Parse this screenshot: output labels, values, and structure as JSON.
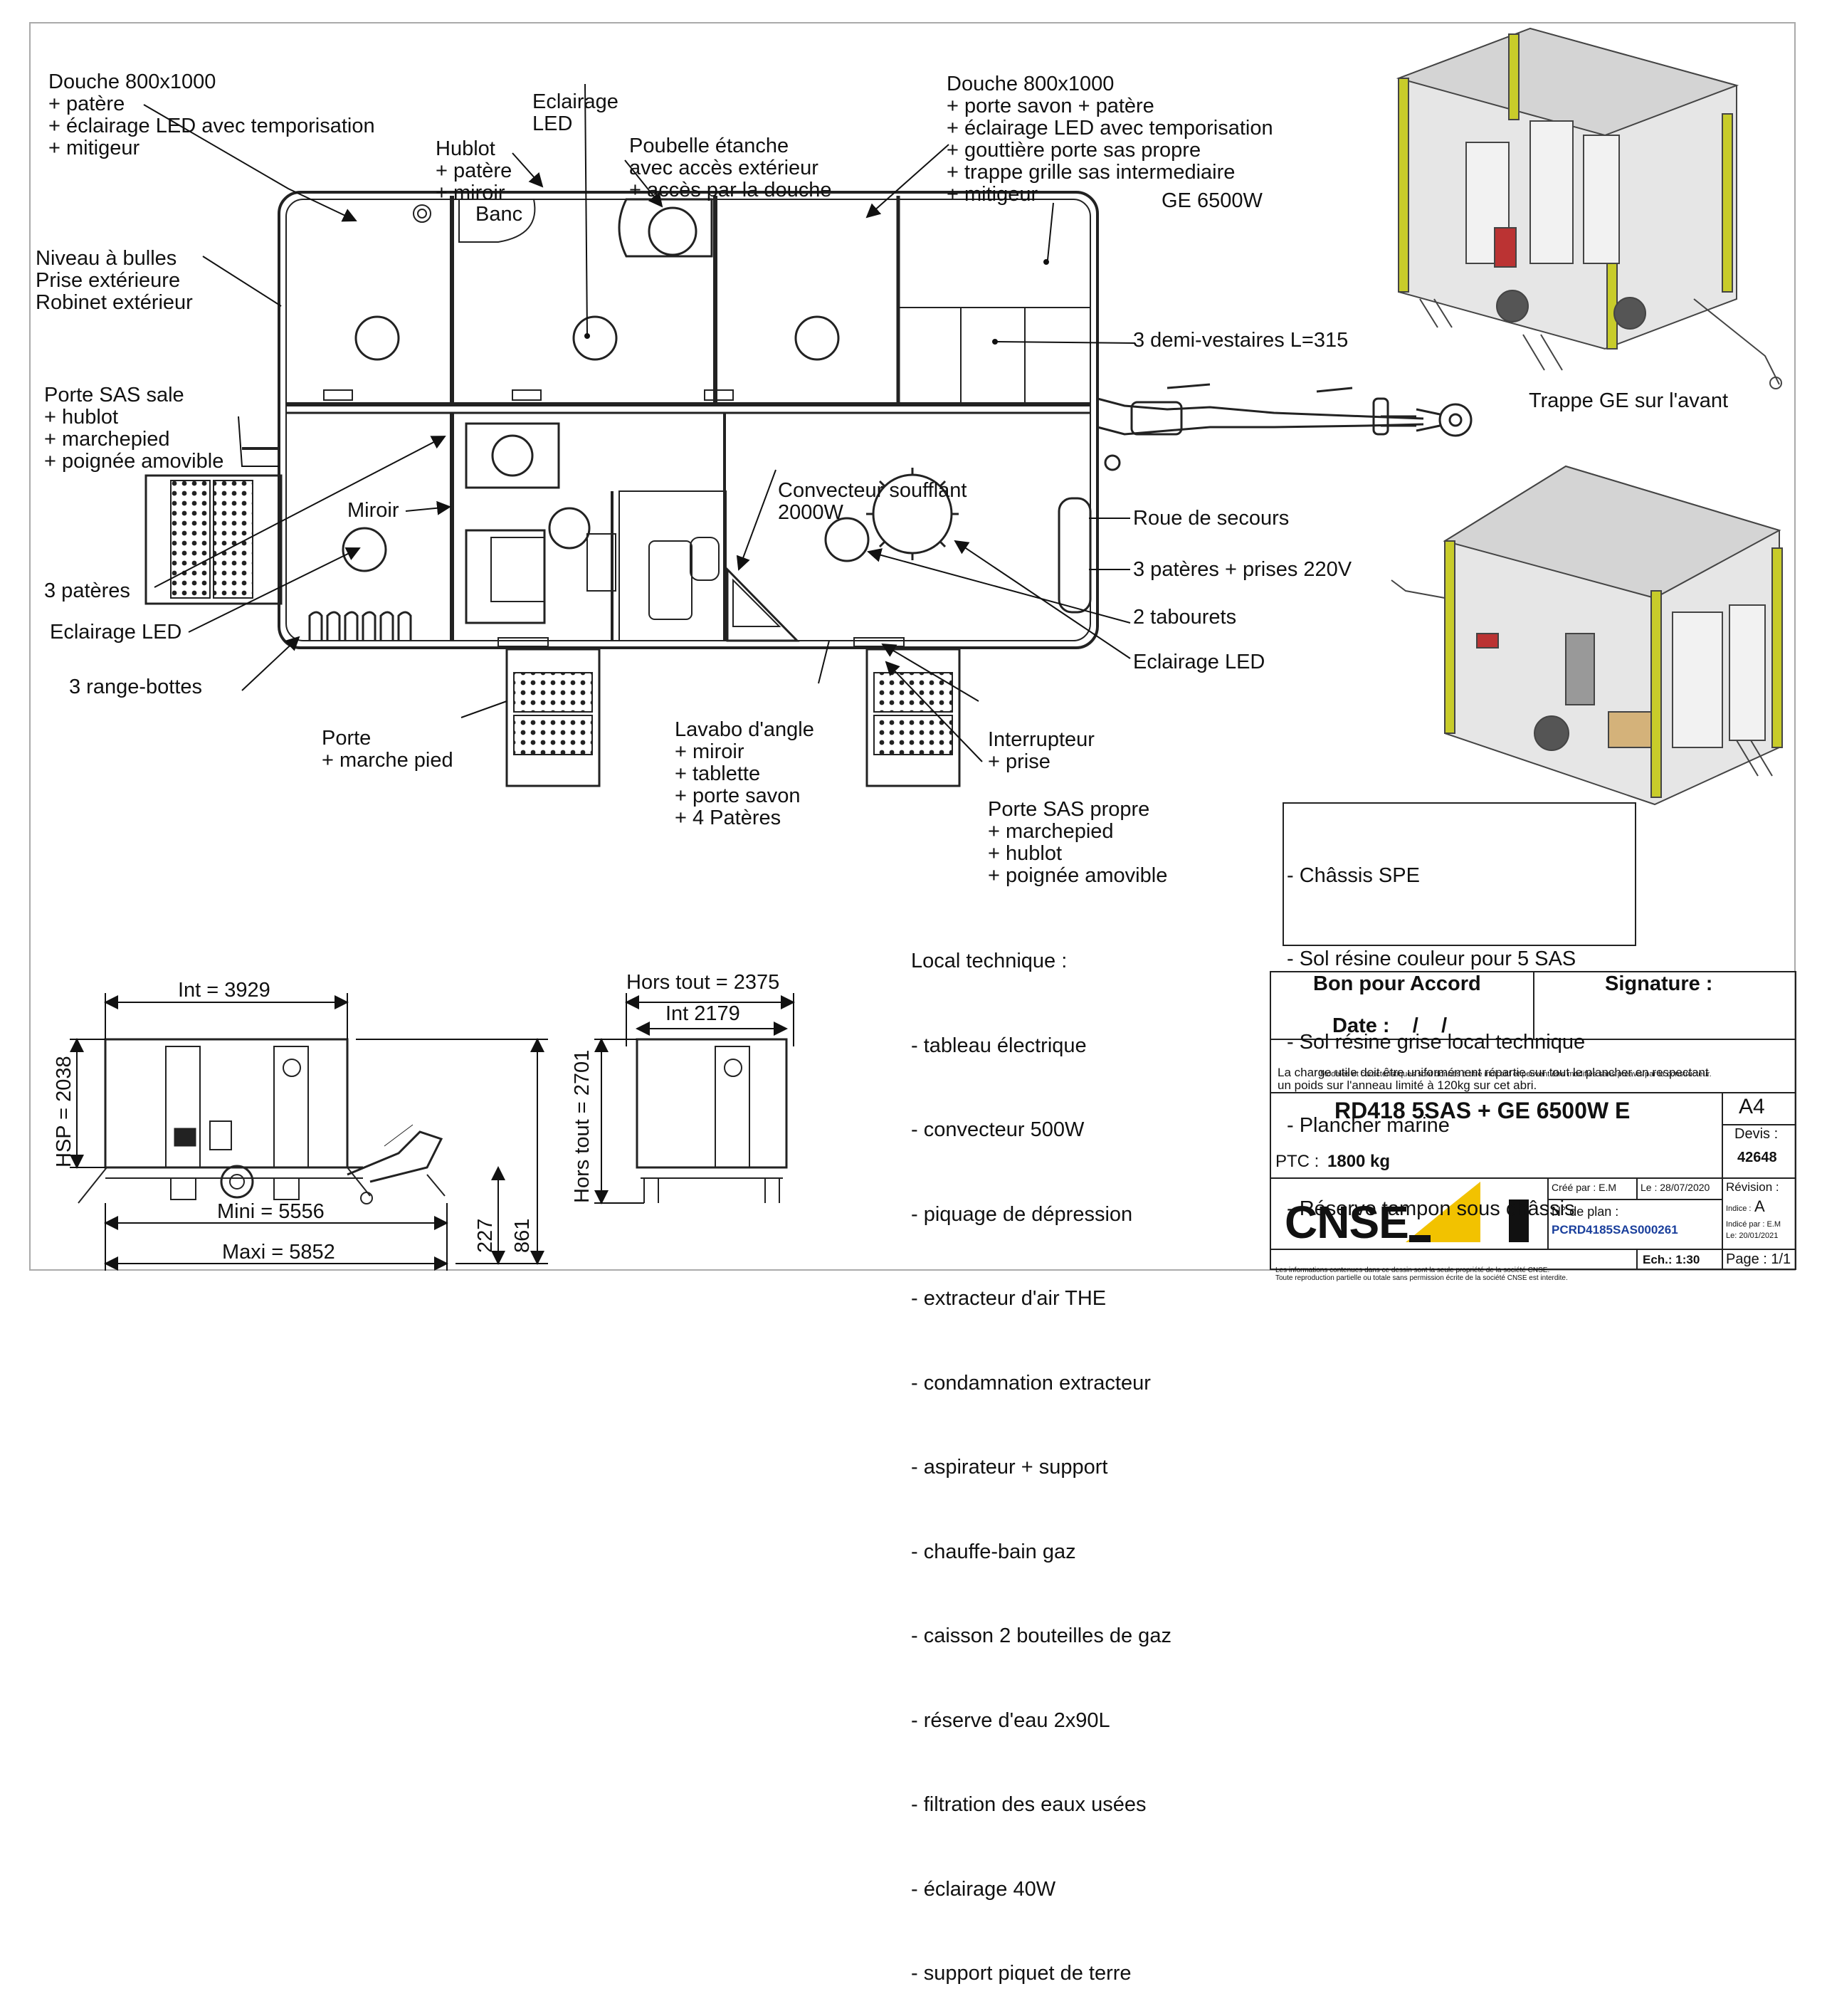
{
  "plan_labels": {
    "douche_left": [
      "Douche 800x1000",
      "+ patère",
      "+ éclairage LED avec temporisation",
      "+ mitigeur"
    ],
    "eclairage_top": [
      "Eclairage",
      "LED"
    ],
    "hublot": [
      "Hublot",
      "+ patère",
      "+ miroir"
    ],
    "poubelle": [
      "Poubelle étanche",
      "avec accès extérieur",
      "+ accès par la douche"
    ],
    "douche_right": [
      "Douche 800x1000",
      "+ porte savon + patère",
      "+ éclairage LED avec temporisation",
      "+ gouttière porte sas propre",
      "+ trappe grille sas intermediaire",
      "+ mitigeur"
    ],
    "niveau": [
      "Niveau à bulles",
      "Prise extérieure",
      "Robinet extérieur"
    ],
    "banc": "Banc",
    "ge": "GE 6500W",
    "vestiaires": "3 demi-vestaires L=315",
    "porte_sas_sale": [
      "Porte SAS sale",
      "+ hublot",
      "+ marchepied",
      "+ poignée amovible"
    ],
    "miroir": "Miroir",
    "trois_pateres": "3 patères",
    "eclairage_left": "Eclairage LED",
    "range_bottes": "3 range-bottes",
    "porte": [
      "Porte",
      "+ marche pied"
    ],
    "convecteur": [
      "Convecteur soufflant",
      "2000W"
    ],
    "roue": "Roue de secours",
    "pateres_prises": "3 patères + prises 220V",
    "tabourets": "2 tabourets",
    "eclairage_right": "Eclairage LED",
    "lavabo": [
      "Lavabo d'angle",
      "+ miroir",
      "+ tablette",
      "+ porte savon",
      "+ 4 Patères"
    ],
    "interrupteur": [
      "Interrupteur",
      "+ prise"
    ],
    "porte_sas_propre": [
      "Porte SAS propre",
      "+ marchepied",
      "+ hublot",
      "+ poignée amovible"
    ],
    "trappe_ge": "Trappe GE sur l'avant"
  },
  "options": [
    "- Châssis SPE",
    "- Sol résine couleur pour 5 SAS",
    "- Sol résine grise local technique",
    "- Plancher marine",
    "- Réserve tampon sous châssis"
  ],
  "local_technique": {
    "title": "Local technique :",
    "items": [
      "- tableau électrique",
      "- convecteur 500W",
      "- piquage de dépression",
      "- extracteur d'air THE",
      "- condamnation extracteur",
      "- aspirateur + support",
      "- chauffe-bain gaz",
      "- caisson 2 bouteilles de gaz",
      "- réserve d'eau 2x90L",
      "- filtration des eaux usées",
      "- éclairage 40W",
      "- support piquet de terre"
    ]
  },
  "dimensions": {
    "int": "Int = 3929",
    "hsp": "HSP = 2038",
    "mini": "Mini = 5556",
    "maxi": "Maxi = 5852",
    "d227": "227",
    "d861": "861",
    "hors_tout": "Hors tout = 2375",
    "int2": "Int 2179",
    "hors_tout_h": "Hors tout = 2701"
  },
  "title_block": {
    "bon": "Bon pour Accord",
    "date": "Date :    /    /",
    "signature": "Signature :",
    "charge": [
      "La charge utile doit être uniformément répartie sur tout le plancher en respectant",
      "un poids sur l'anneau limité à 120kg sur cet abri."
    ],
    "modeles": "Modèles et caractéristiques sont donnés à titre indicatif et peuvent être modifiés sans préavis par le constructeur.",
    "model": "RD418 5SAS + GE 6500W E",
    "format": "A4",
    "devis_label": "Devis :",
    "devis": "42648",
    "ptc_label": "PTC :",
    "ptc": "1800 kg",
    "cree": "Créé par : E.M",
    "le": "Le : 28/07/2020",
    "revision": "Révision :",
    "plan_label": "N° de plan :",
    "plan": "PCRD4185SAS000261",
    "indice": "Indice : ",
    "indice_val": "A",
    "indice_par": "Indicé par : E.M",
    "indice_le": "Le: 20/01/2021",
    "logo": "CNSE",
    "info": [
      "Les informations contenues dans ce dessin sont la seule propriété de la société CNSE.",
      "Toute reproduction partielle ou totale sans permission écrite de la société CNSE est interdite."
    ],
    "echelle": "Ech.: 1:30",
    "page": "Page : 1/1"
  },
  "colors": {
    "ink": "#111111",
    "line": "#222222",
    "accent_yellow": "#c8cc2a",
    "plan_fill": "#ffffff"
  }
}
